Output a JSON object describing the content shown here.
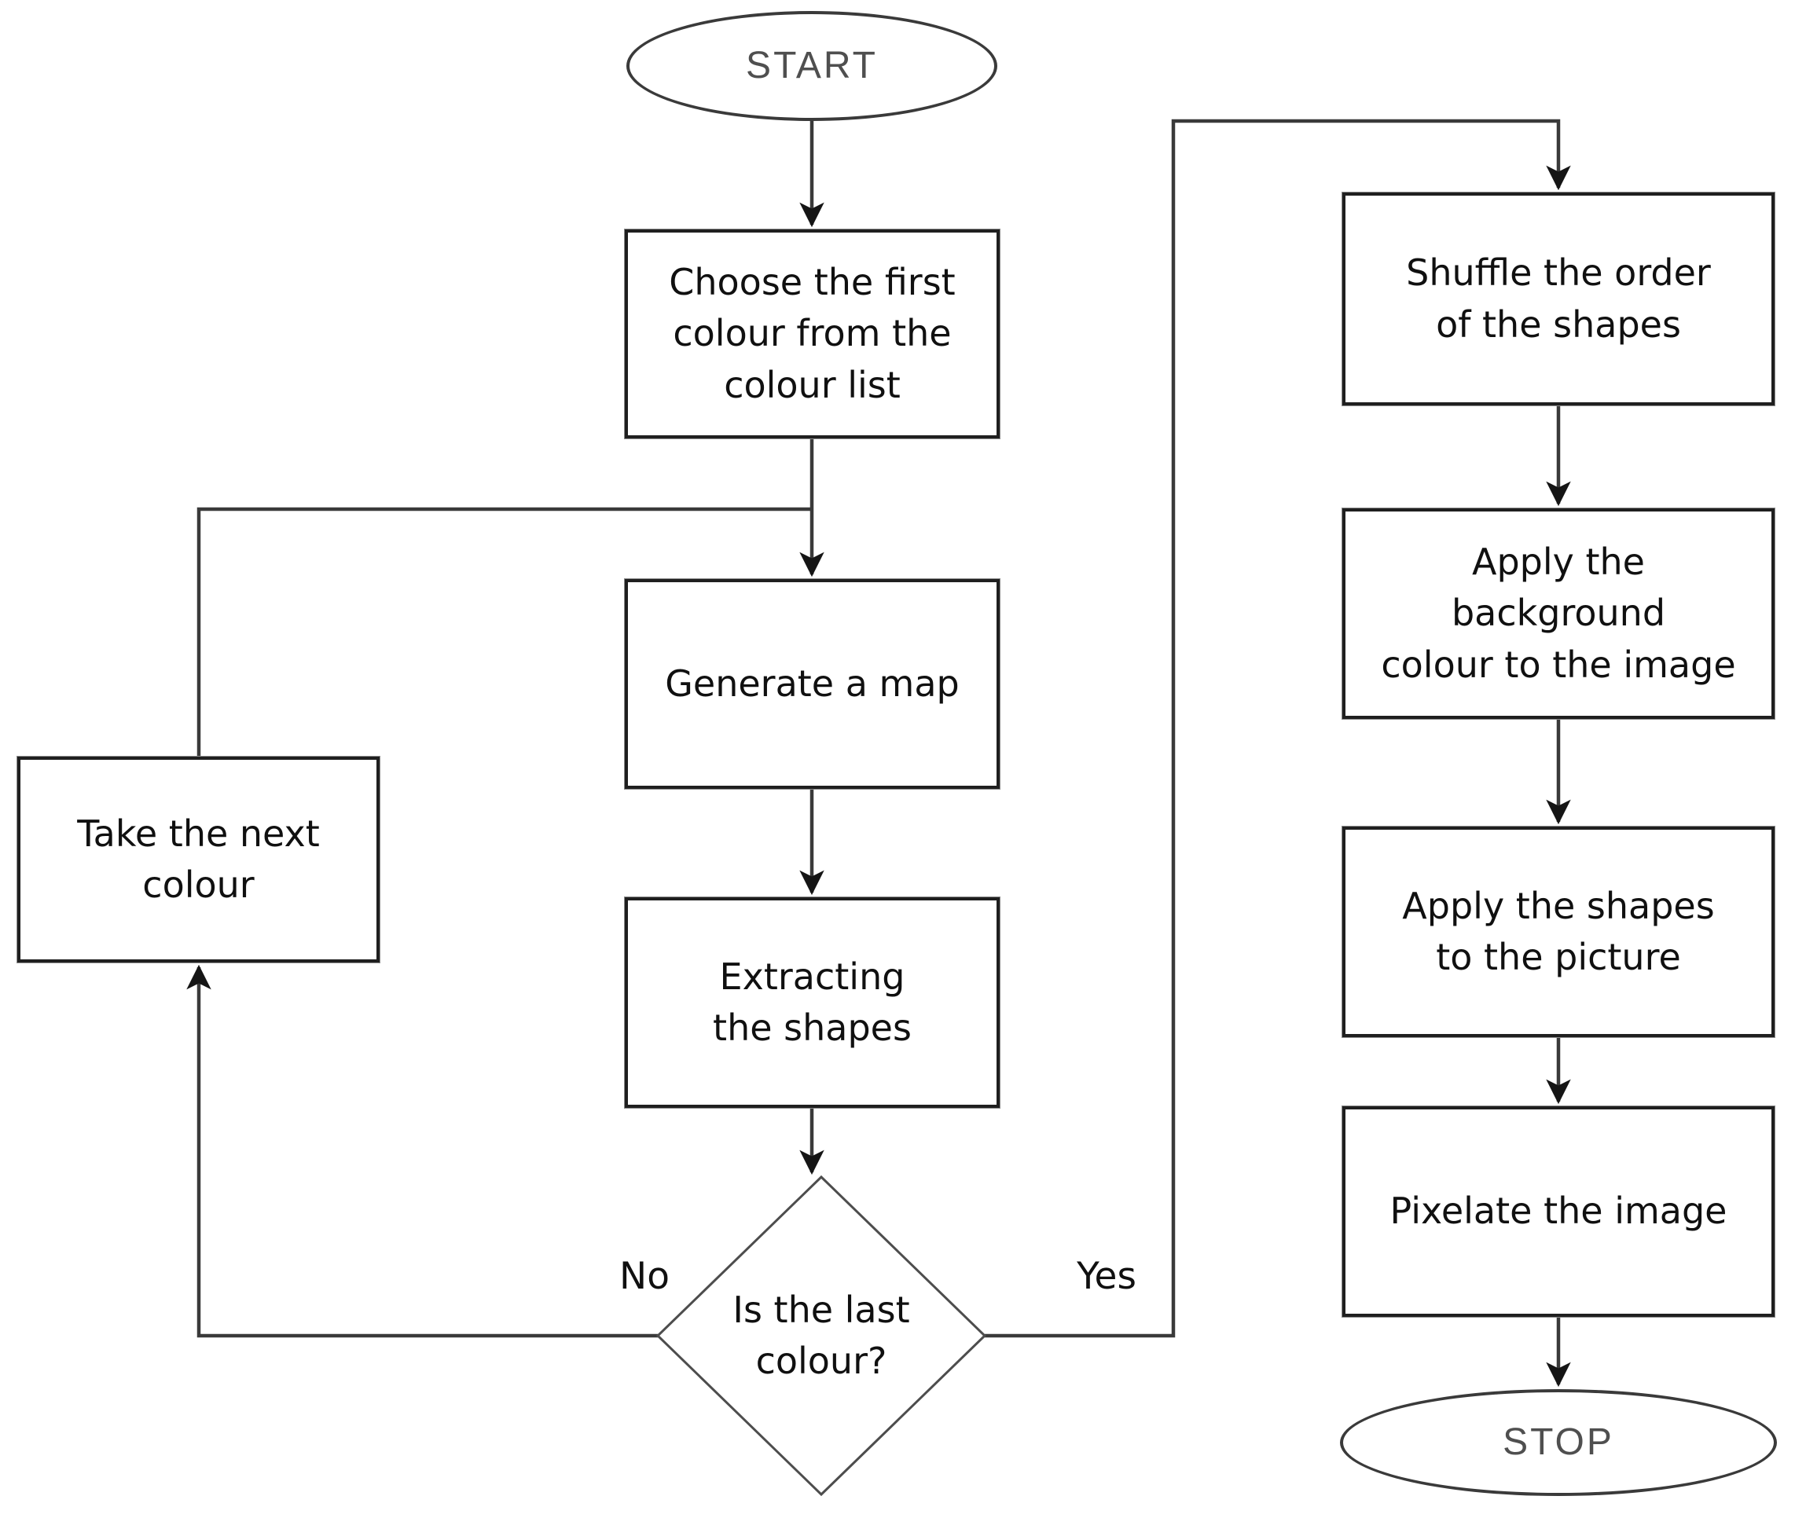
{
  "diagram_type": "flowchart",
  "nodes": {
    "start": {
      "type": "terminator",
      "label": "START"
    },
    "choose_first_colour": {
      "type": "process",
      "label": "Choose the first\ncolour from the\ncolour list"
    },
    "generate_map": {
      "type": "process",
      "label": "Generate a map"
    },
    "extracting_shapes": {
      "type": "process",
      "label": "Extracting\nthe shapes"
    },
    "is_last_colour": {
      "type": "decision",
      "label": "Is the last\ncolour?"
    },
    "take_next_colour": {
      "type": "process",
      "label": "Take the next\ncolour"
    },
    "shuffle_shapes": {
      "type": "process",
      "label": "Shuffle the order\nof the shapes"
    },
    "apply_background": {
      "type": "process",
      "label": "Apply the\nbackground\ncolour to the image"
    },
    "apply_shapes": {
      "type": "process",
      "label": "Apply the shapes\nto the picture"
    },
    "pixelate_image": {
      "type": "process",
      "label": "Pixelate the image"
    },
    "stop": {
      "type": "terminator",
      "label": "STOP"
    }
  },
  "decision": {
    "no_label": "No",
    "yes_label": "Yes"
  },
  "edges": [
    {
      "from": "start",
      "to": "choose_first_colour",
      "label": ""
    },
    {
      "from": "choose_first_colour",
      "to": "generate_map",
      "label": ""
    },
    {
      "from": "generate_map",
      "to": "extracting_shapes",
      "label": ""
    },
    {
      "from": "extracting_shapes",
      "to": "is_last_colour",
      "label": ""
    },
    {
      "from": "is_last_colour",
      "to": "take_next_colour",
      "label": "No"
    },
    {
      "from": "take_next_colour",
      "to": "generate_map",
      "label": ""
    },
    {
      "from": "is_last_colour",
      "to": "shuffle_shapes",
      "label": "Yes"
    },
    {
      "from": "shuffle_shapes",
      "to": "apply_background",
      "label": ""
    },
    {
      "from": "apply_background",
      "to": "apply_shapes",
      "label": ""
    },
    {
      "from": "apply_shapes",
      "to": "pixelate_image",
      "label": ""
    },
    {
      "from": "pixelate_image",
      "to": "stop",
      "label": ""
    }
  ],
  "colors": {
    "background": "#ffffff",
    "line": "#3a3a3a",
    "box_border": "#1f1f1f",
    "text": "#101010",
    "terminator_text": "#4f4f4f",
    "arrowhead": "#151515"
  }
}
